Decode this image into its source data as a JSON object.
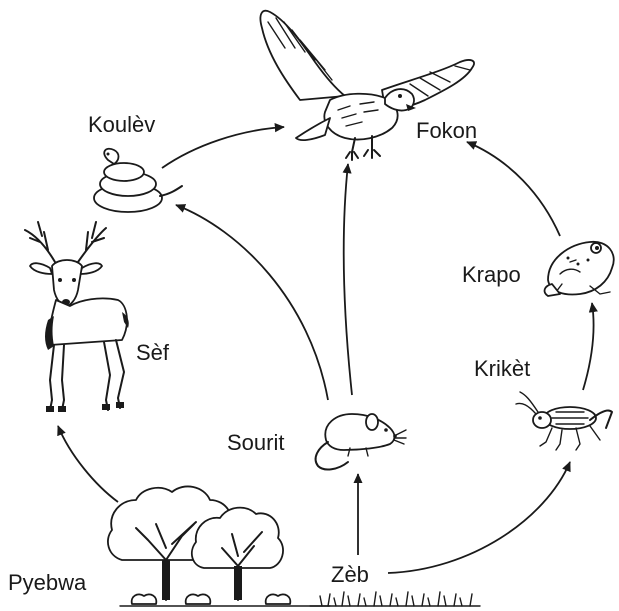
{
  "organisms": {
    "fokon": "Fokon",
    "koulev": "Koulèv",
    "sef": "Sèf",
    "krapo": "Krapo",
    "kriket": "Krikèt",
    "sourit": "Sourit",
    "zeb": "Zèb",
    "pyebwa": "Pyebwa"
  },
  "colors": {
    "ink": "#1a1a1a",
    "background": "#ffffff"
  }
}
